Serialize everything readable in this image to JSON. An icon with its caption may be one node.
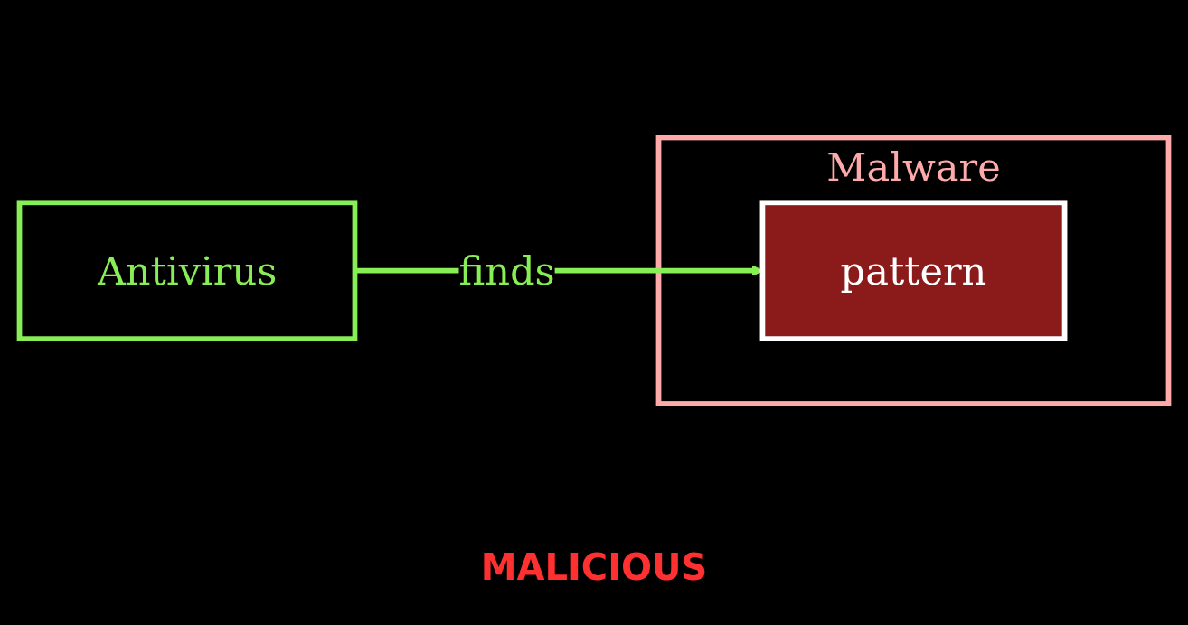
{
  "diagram": {
    "nodes": [
      {
        "text": [
          "Antivirus"
        ]
      },
      {
        "text": [
          "Malware"
        ]
      },
      {
        "text": [
          "pattern"
        ],
        "in": 1
      }
    ],
    "edges": [
      {
        "from": 0,
        "to": 2,
        "arrow": "to",
        "label": "finds"
      }
    ],
    "labels": [
      "MALICIOUS"
    ]
  }
}
